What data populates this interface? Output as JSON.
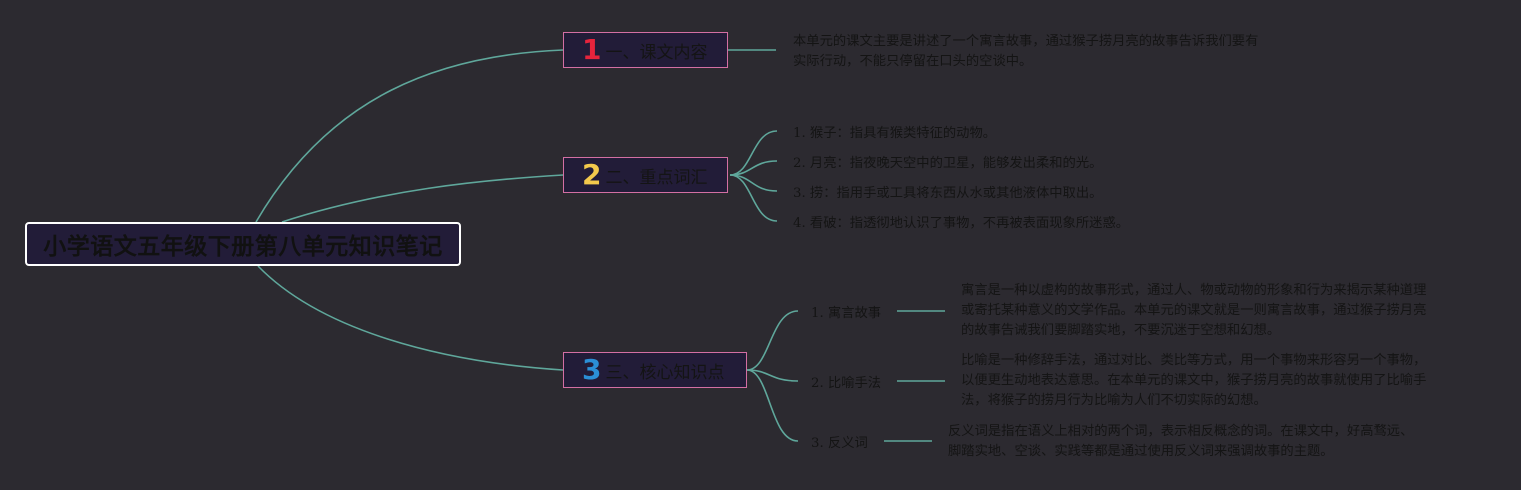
{
  "root_title": "小学语文五年级下册第八单元知识笔记",
  "colors": {
    "background": "#2c2a30",
    "line": "#5fa79b",
    "branch_border": "#d36fa3",
    "num1": "#e6243c",
    "num2": "#f3c94c",
    "num3": "#2b8fd6"
  },
  "branches": [
    {
      "num": "1",
      "label": "一、课文内容",
      "note": [
        "本单元的课文主要是讲述了一个寓言故事，通过猴子捞月亮的故事告诉我们要有",
        "实际行动，不能只停留在口头的空谈中。"
      ]
    },
    {
      "num": "2",
      "label": "二、重点词汇",
      "items": [
        "1. 猴子：指具有猴类特征的动物。",
        "2. 月亮：指夜晚天空中的卫星，能够发出柔和的光。",
        "3. 捞：指用手或工具将东西从水或其他液体中取出。",
        "4. 看破：指透彻地认识了事物，不再被表面现象所迷惑。"
      ]
    },
    {
      "num": "3",
      "label": "三、核心知识点",
      "items": [
        {
          "label": "1. 寓言故事",
          "note": [
            "寓言是一种以虚构的故事形式，通过人、物或动物的形象和行为来揭示某种道理",
            "或寄托某种意义的文学作品。本单元的课文就是一则寓言故事，通过猴子捞月亮",
            "的故事告诫我们要脚踏实地，不要沉迷于空想和幻想。"
          ]
        },
        {
          "label": "2. 比喻手法",
          "note": [
            "比喻是一种修辞手法，通过对比、类比等方式，用一个事物来形容另一个事物，",
            "以便更生动地表达意思。在本单元的课文中，猴子捞月亮的故事就使用了比喻手",
            "法，将猴子的捞月行为比喻为人们不切实际的幻想。"
          ]
        },
        {
          "label": "3. 反义词",
          "note": [
            "反义词是指在语义上相对的两个词，表示相反概念的词。在课文中，好高骛远、",
            "脚踏实地、空谈、实践等都是通过使用反义词来强调故事的主题。"
          ]
        }
      ]
    }
  ]
}
